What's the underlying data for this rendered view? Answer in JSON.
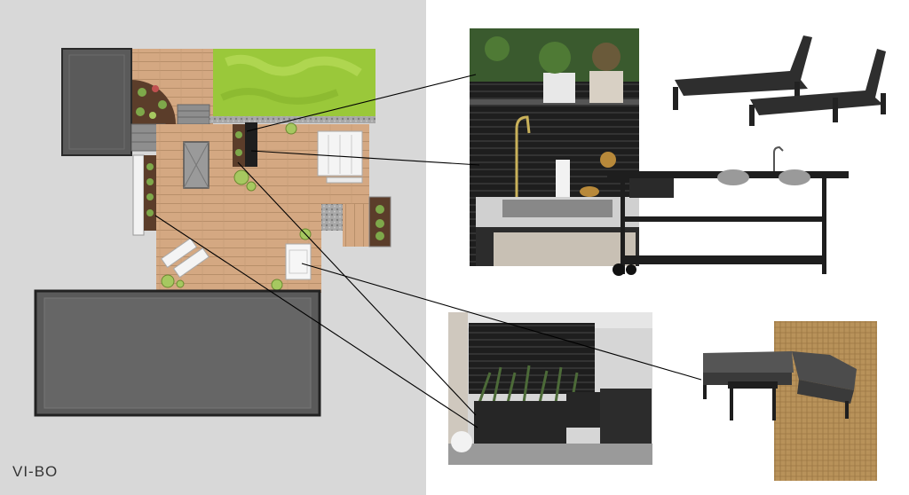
{
  "brand": {
    "logo_text": "VI-BO"
  },
  "colors": {
    "left_panel": "#d8d8d8",
    "deck": "#d4a882",
    "lawn": "#9ac83a",
    "roof": "#5a5a5a",
    "gravel": "#9a9a9a",
    "lines": "#000000",
    "furniture": "#2a2a2a"
  },
  "products": [
    {
      "name": "outdoor-kitchen-photo"
    },
    {
      "name": "sun-loungers"
    },
    {
      "name": "kitchen-trolley"
    },
    {
      "name": "planter-screen-photo"
    },
    {
      "name": "corner-sofa-set"
    }
  ]
}
